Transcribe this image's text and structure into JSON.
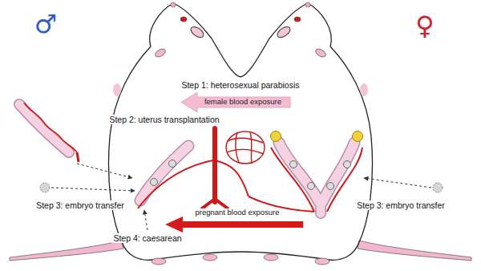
{
  "diagram": {
    "labels": [
      "♂",
      "♀",
      "Step 1: heterosexual parabiosis",
      "female blood exposure",
      "Step 2: uterus transplantation",
      "Step 3: embryo transfer",
      "pregnant blood exposure",
      "Step 3: embryo transfer",
      "Step 4: caesarean"
    ]
  }
}
